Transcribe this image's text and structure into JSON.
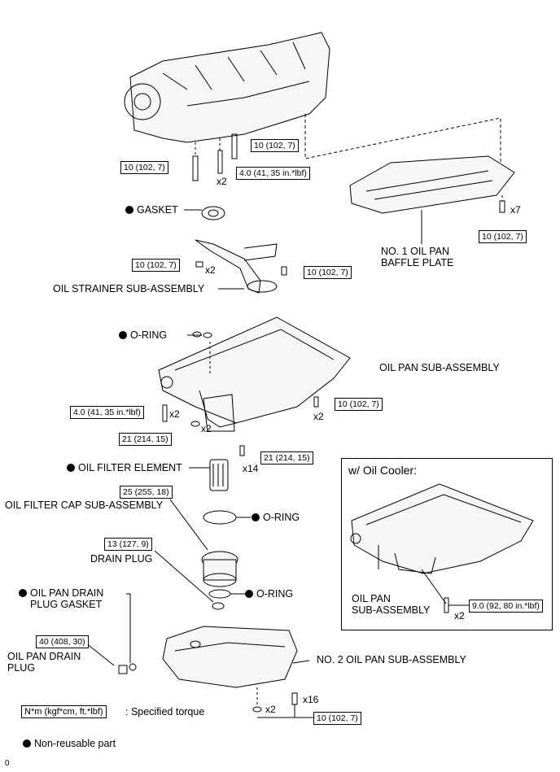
{
  "legend": {
    "torque_unit": "N*m (kgf*cm, ft.*lbf)",
    "torque_desc": ": Specified torque",
    "nonreusable": "Non-reusable part"
  },
  "labels": {
    "gasket": "GASKET",
    "baffle_plate_1": "NO. 1 OIL PAN",
    "baffle_plate_2": "BAFFLE PLATE",
    "strainer": "OIL STRAINER SUB-ASSEMBLY",
    "oring_top": "O-RING",
    "oil_pan_sub": "OIL PAN SUB-ASSEMBLY",
    "oil_filter_element": "OIL FILTER ELEMENT",
    "oil_filter_cap": "OIL FILTER CAP SUB-ASSEMBLY",
    "oring_mid": "O-RING",
    "drain_plug": "DRAIN PLUG",
    "oring_low": "O-RING",
    "drain_gasket_1": "OIL PAN DRAIN",
    "drain_gasket_2": "PLUG GASKET",
    "drain_plug_oilpan_1": "OIL PAN DRAIN",
    "drain_plug_oilpan_2": "PLUG",
    "no2_oil_pan": "NO. 2 OIL PAN SUB-ASSEMBLY",
    "inset_title": "w/ Oil Cooler:",
    "inset_pan_1": "OIL PAN",
    "inset_pan_2": "SUB-ASSEMBLY",
    "figure_id": "0"
  },
  "torques": {
    "t1": "10 (102, 7)",
    "t2": "10 (102, 7)",
    "t3": "4.0 (41, 35 in.*lbf)",
    "t4": "10 (102, 7)",
    "t5": "10 (102, 7)",
    "t6": "10 (102, 7)",
    "t7": "4.0 (41, 35 in.*lbf)",
    "t8": "10 (102, 7)",
    "t9": "21 (214, 15)",
    "t10": "21 (214, 15)",
    "t11": "25 (255, 18)",
    "t12": "13 (127, 9)",
    "t13": "40 (408, 30)",
    "t14": "10 (102, 7)",
    "t15": "9.0 (92, 80 in.*lbf)"
  },
  "quantities": {
    "q1": "x2",
    "q2": "x7",
    "q3": "x2",
    "q4": "x2",
    "q5": "x2",
    "q6": "x2",
    "q7": "x14",
    "q8": "x2",
    "q9": "x16",
    "q10": "x2"
  }
}
